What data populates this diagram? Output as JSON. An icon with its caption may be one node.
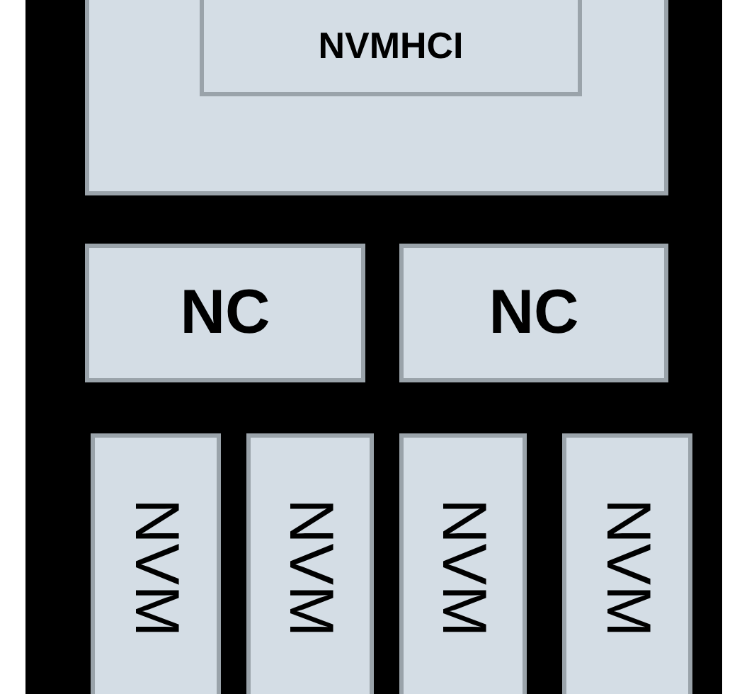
{
  "diagram": {
    "nodes": [
      {
        "text": [],
        "shape": "box"
      },
      {
        "text": [
          "NVMHCI"
        ],
        "in": 0
      },
      {
        "text": [
          "NC"
        ]
      },
      {
        "text": [
          "NC"
        ]
      },
      {
        "text": [
          "NVM"
        ]
      },
      {
        "text": [
          "NVM"
        ]
      },
      {
        "text": [
          "NVM"
        ]
      },
      {
        "text": [
          "NVM"
        ]
      }
    ]
  }
}
